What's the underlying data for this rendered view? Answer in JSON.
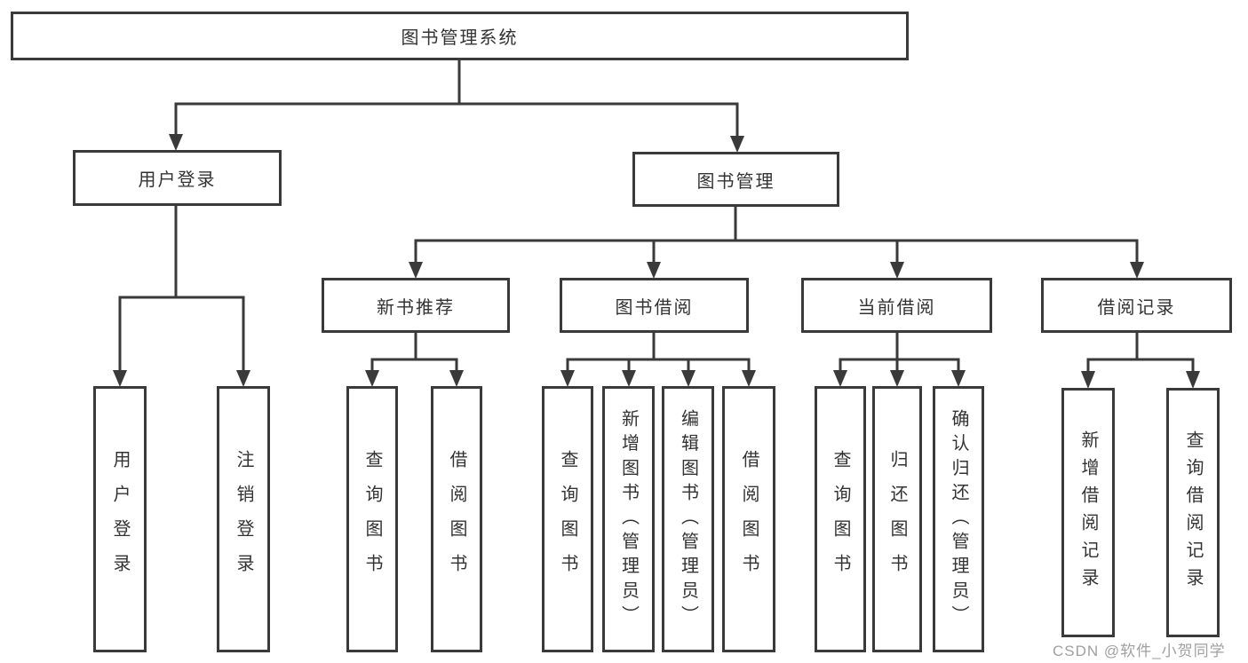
{
  "diagram": {
    "root": "图书管理系统",
    "level2": [
      "用户登录",
      "图书管理"
    ],
    "level3": [
      "新书推荐",
      "图书借阅",
      "当前借阅",
      "借阅记录"
    ],
    "leaves": {
      "user_login": [
        "用户登录",
        "注销登录"
      ],
      "new_book": [
        "查询图书",
        "借阅图书"
      ],
      "book_borrow": [
        "查询图书",
        "新增图书（管理员）",
        "编辑图书（管理员）",
        "借阅图书"
      ],
      "current_borrow": [
        "查询图书",
        "归还图书",
        "确认归还（管理员）"
      ],
      "borrow_records": [
        "新增借阅记录",
        "查询借阅记录"
      ]
    },
    "watermark": "CSDN @软件_小贺同学",
    "colors": {
      "line": "#3a3a3a",
      "text": "#333333",
      "watermark": "#a0a0a0",
      "background": "#ffffff"
    }
  }
}
